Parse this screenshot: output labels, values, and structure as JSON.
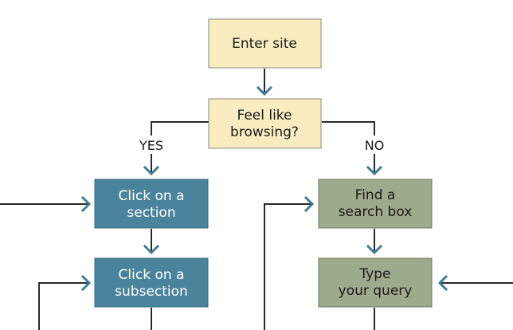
{
  "nodes": {
    "enter_site": {
      "lines": [
        "Enter site"
      ],
      "color": "#f8ecc0"
    },
    "feel_like_browsing": {
      "lines": [
        "Feel like",
        "browsing?"
      ],
      "color": "#f8ecc0"
    },
    "click_section": {
      "lines": [
        "Click on a",
        "section"
      ],
      "color": "#4a849c"
    },
    "click_subsection": {
      "lines": [
        "Click on a",
        "subsection"
      ],
      "color": "#4a849c"
    },
    "find_search_box": {
      "lines": [
        "Find a",
        "search box"
      ],
      "color": "#9eaa8c"
    },
    "type_query": {
      "lines": [
        "Type",
        "your query"
      ],
      "color": "#9eaa8c"
    }
  },
  "edge_labels": {
    "yes": "YES",
    "no": "NO"
  }
}
